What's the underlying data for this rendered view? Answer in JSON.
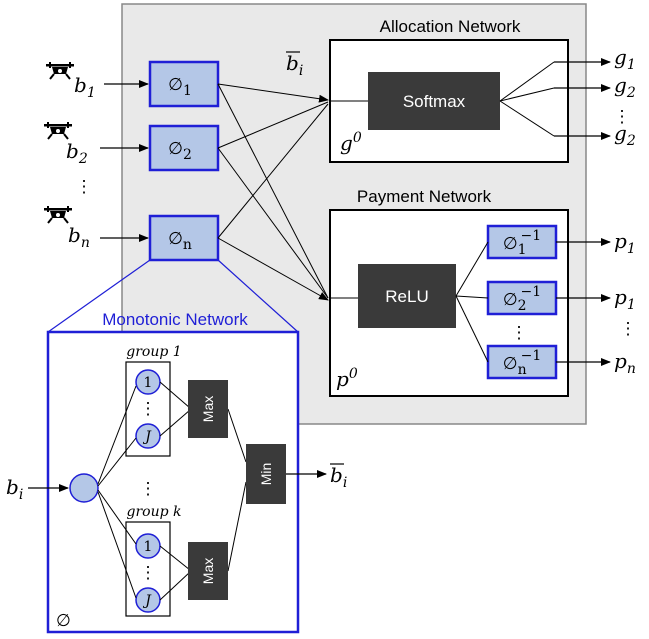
{
  "panel_titles": {
    "allocation": "Allocation Network",
    "payment": "Payment Network",
    "monotonic": "Monotonic Network"
  },
  "labels": {
    "softmax": "Softmax",
    "relu": "ReLU",
    "max1": "Max",
    "max2": "Max",
    "min": "Min",
    "g0_base": "g",
    "g0_sup": "0",
    "p0_base": "p",
    "p0_sup": "0",
    "phi_bottom": "∅",
    "group1": "group 1",
    "groupk": "group k",
    "b_input": "b",
    "b_input_sub": "i",
    "b_output": "b",
    "b_output_sub": "i",
    "bbar_top": "b",
    "bbar_top_sub": "i",
    "node_1a": "1",
    "node_Ja": "J",
    "node_1b": "1",
    "node_Jb": "J",
    "dots": "⋮"
  },
  "inputs": [
    {
      "base": "b",
      "sub": "1"
    },
    {
      "base": "b",
      "sub": "2"
    },
    {
      "base": "b",
      "sub": "n"
    }
  ],
  "phi_boxes": [
    {
      "base": "∅",
      "sub": "1"
    },
    {
      "base": "∅",
      "sub": "2"
    },
    {
      "base": "∅",
      "sub": "n"
    }
  ],
  "inverse_boxes": [
    {
      "base": "∅",
      "sub": "1",
      "sup": "−1"
    },
    {
      "base": "∅",
      "sub": "2",
      "sup": "−1"
    },
    {
      "base": "∅",
      "sub": "n",
      "sup": "−1"
    }
  ],
  "alloc_outputs": [
    {
      "base": "g",
      "sub": "1"
    },
    {
      "base": "g",
      "sub": "2"
    },
    {
      "base": "g",
      "sub": "2"
    }
  ],
  "pay_outputs": [
    {
      "base": "p",
      "sub": "1"
    },
    {
      "base": "p",
      "sub": "1"
    },
    {
      "base": "p",
      "sub": "n"
    }
  ],
  "colors": {
    "panel_bg": "#e9e9e9",
    "node_fill": "#b4c7e7",
    "node_stroke": "#1f1fd6",
    "dark_box": "#3a3a3a",
    "monotonic_title": "#1f1fd6"
  },
  "icons": [
    "drone-icon",
    "drone-icon",
    "drone-icon"
  ]
}
